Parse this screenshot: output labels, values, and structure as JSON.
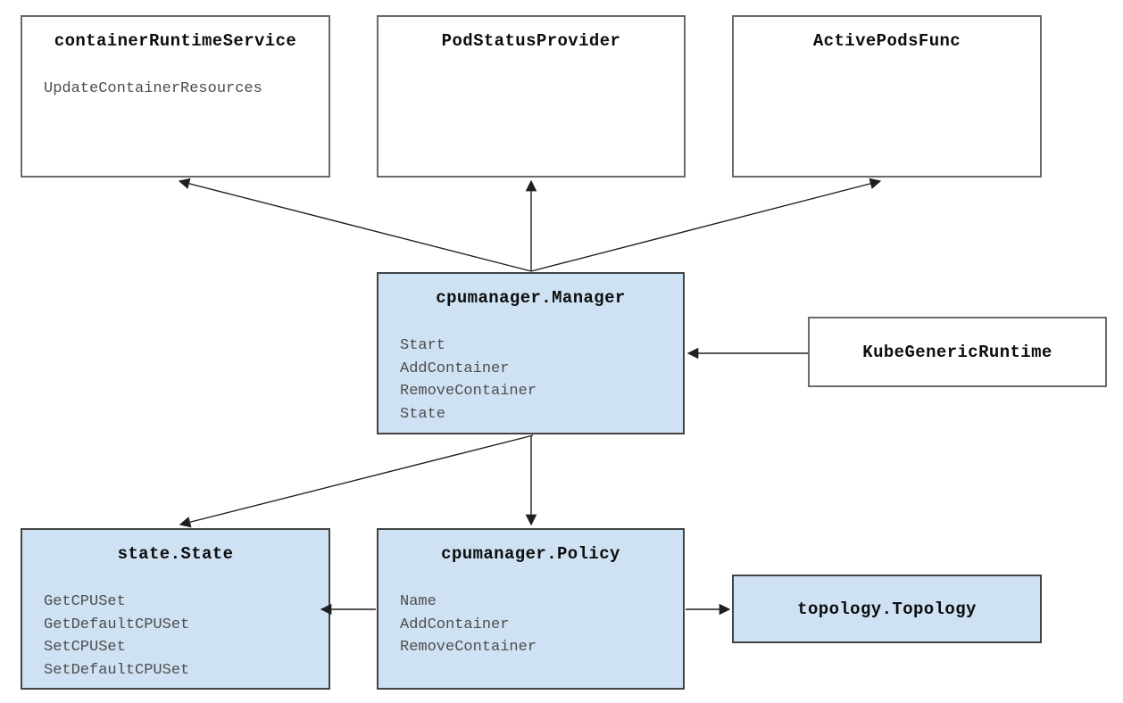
{
  "diagram": {
    "colors": {
      "background": "#ffffff",
      "highlight_fill": "#cfe2f3",
      "plain_fill": "#ffffff",
      "plain_border": "#6a6a6a",
      "highlight_border": "#434343",
      "title_text": "#0d0d0d",
      "method_text": "#4d4d4d",
      "arrow": "#1f1f1f"
    },
    "nodes": [
      {
        "id": "containerRuntimeService",
        "title": "containerRuntimeService",
        "methods": [
          "UpdateContainerResources"
        ],
        "fill": "plain"
      },
      {
        "id": "PodStatusProvider",
        "title": "PodStatusProvider",
        "methods": [],
        "fill": "plain"
      },
      {
        "id": "ActivePodsFunc",
        "title": "ActivePodsFunc",
        "methods": [],
        "fill": "plain"
      },
      {
        "id": "cpumanager.Manager",
        "title": "cpumanager.Manager",
        "methods": [
          "Start",
          "AddContainer",
          "RemoveContainer",
          "State"
        ],
        "fill": "highlight"
      },
      {
        "id": "KubeGenericRuntime",
        "title": "KubeGenericRuntime",
        "methods": [],
        "fill": "plain"
      },
      {
        "id": "state.State",
        "title": "state.State",
        "methods": [
          "GetCPUSet",
          "GetDefaultCPUSet",
          "SetCPUSet",
          "SetDefaultCPUSet"
        ],
        "fill": "highlight"
      },
      {
        "id": "cpumanager.Policy",
        "title": "cpumanager.Policy",
        "methods": [
          "Name",
          "AddContainer",
          "RemoveContainer"
        ],
        "fill": "highlight"
      },
      {
        "id": "topology.Topology",
        "title": "topology.Topology",
        "methods": [],
        "fill": "highlight"
      }
    ],
    "edges": [
      {
        "from": "cpumanager.Manager",
        "to": "containerRuntimeService"
      },
      {
        "from": "cpumanager.Manager",
        "to": "PodStatusProvider"
      },
      {
        "from": "cpumanager.Manager",
        "to": "ActivePodsFunc"
      },
      {
        "from": "KubeGenericRuntime",
        "to": "cpumanager.Manager"
      },
      {
        "from": "cpumanager.Manager",
        "to": "state.State"
      },
      {
        "from": "cpumanager.Manager",
        "to": "cpumanager.Policy"
      },
      {
        "from": "cpumanager.Policy",
        "to": "state.State"
      },
      {
        "from": "cpumanager.Policy",
        "to": "topology.Topology"
      }
    ]
  }
}
